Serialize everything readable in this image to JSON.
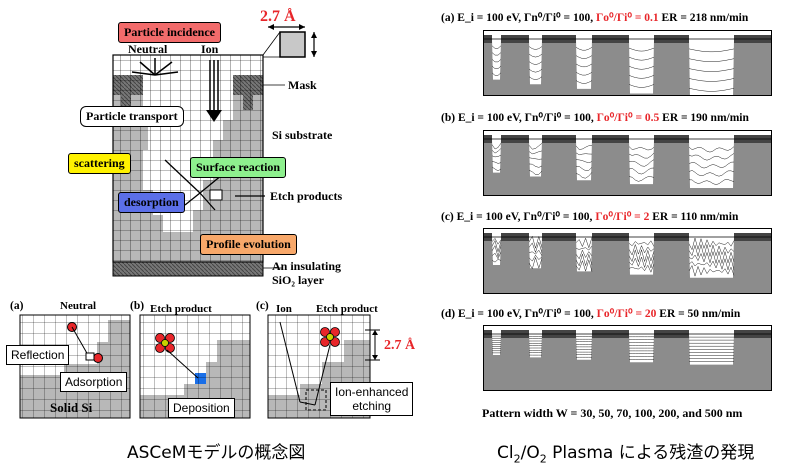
{
  "main_diagram": {
    "dimension_label": "2.7 Å",
    "particle_incidence": "Particle incidence",
    "neutral": "Neutral",
    "ion": "Ion",
    "mask": "Mask",
    "particle_transport": "Particle transport",
    "si_substrate": "Si substrate",
    "scattering": "scattering",
    "surface_reaction": "Surface reaction",
    "desorption": "desorption",
    "etch_products": "Etch products",
    "profile_evolution": "Profile evolution",
    "insulating_line1": "An insulating",
    "insulating_line2": "SiO₂ layer"
  },
  "sub_panels": {
    "a": {
      "tag": "(a)",
      "neutral": "Neutral",
      "reflection": "Reflection",
      "adsorption": "Adsorption",
      "solid": "Solid Si"
    },
    "b": {
      "tag": "(b)",
      "etch_product": "Etch product",
      "deposition": "Deposition"
    },
    "c": {
      "tag": "(c)",
      "ion": "Ion",
      "etch_product": "Etch product",
      "dimension": "2.7 Å",
      "ion_enhanced_line1": "Ion-enhanced",
      "ion_enhanced_line2": "etching"
    }
  },
  "left_caption": "ASCeMモデルの概念図",
  "right_panels": [
    {
      "tag": "(a)",
      "params": "E_i = 100 eV,  Γn⁰/Γi⁰ = 100,",
      "ratio": "Γo⁰/Γi⁰ = 0.1",
      "rate": "ER = 218 nm/min"
    },
    {
      "tag": "(b)",
      "params": "E_i = 100 eV,  Γn⁰/Γi⁰ = 100,",
      "ratio": "Γo⁰/Γi⁰ = 0.5",
      "rate": "ER = 190 nm/min"
    },
    {
      "tag": "(c)",
      "params": "E_i = 100 eV,  Γn⁰/Γi⁰ = 100,",
      "ratio": "Γo⁰/Γi⁰ = 2",
      "rate": "ER = 110 nm/min"
    },
    {
      "tag": "(d)",
      "params": "E_i = 100 eV,  Γn⁰/Γi⁰ = 100,",
      "ratio": "Γo⁰/Γi⁰ = 20",
      "rate": "ER = 50 nm/min"
    }
  ],
  "pattern_width": "Pattern width W = 30, 50, 70, 100, 200, and 500 nm",
  "right_caption_pre": "Cl",
  "right_caption_sub1": "2",
  "right_caption_mid": "/O",
  "right_caption_sub2": "2",
  "right_caption_post": " Plasma による残渣の発現",
  "colors": {
    "red_label": "#f26b6b",
    "yellow_label": "#fff200",
    "green_label": "#8ef08e",
    "blue_label": "#5b6fe8",
    "orange_label": "#f8a86a",
    "substrate_gray": "#b8b8b8",
    "highlight_red": "#e8262a"
  }
}
